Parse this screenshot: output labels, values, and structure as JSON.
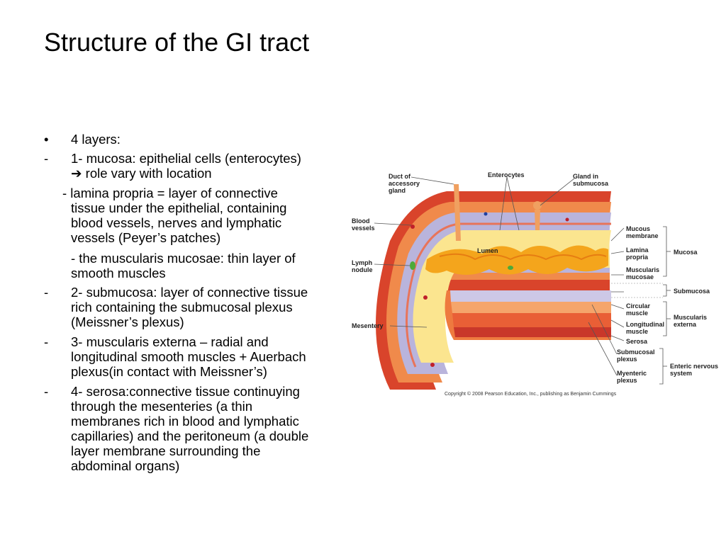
{
  "slide": {
    "title": "Structure of the GI tract",
    "bullets": [
      {
        "marker": "•",
        "line1": "4 layers:"
      },
      {
        "marker": "-",
        "line1": "1-  mucosa: epithelial cells (enterocytes)",
        "line2": "role vary with location"
      },
      {
        "line1": "- lamina propria = layer of connective",
        "line2": "tissue under the epithelial, containing",
        "line3": "blood vessels, nerves and lymphatic",
        "line4": "vessels (Peyer’s patches)"
      },
      {
        "line1": "- the muscularis mucosae: thin layer of",
        "line2": "smooth muscles"
      },
      {
        "marker": "-",
        "line1": "2-  submucosa: layer of connective tissue",
        "line2": "rich containing the submucosal plexus",
        "line3": "(Meissner’s plexus)"
      },
      {
        "marker": "-",
        "line1": "3-  muscularis externa – radial and",
        "line2": "longitudinal smooth muscles + Auerbach",
        "line3": "plexus(in contact with Meissner’s)"
      },
      {
        "marker": "-",
        "line1": "4-  serosa:connective tissue continuying",
        "line2": "through the mesenteries (a thin",
        "line3": "membranes rich in blood and lymphatic",
        "line4": "capillaries) and the peritoneum (a double",
        "line5": "layer membrane surrounding the",
        "line6": "abdominal organs)"
      }
    ],
    "arrow_glyph": "➔"
  },
  "figure": {
    "labels": {
      "duct": "Duct of\naccessory\ngland",
      "enterocytes": "Enterocytes",
      "gland": "Gland in\nsubmucosa",
      "blood_vessels": "Blood\nvessels",
      "lymph_nodule": "Lymph\nnodule",
      "mesentery": "Mesentery",
      "lumen": "Lumen",
      "mucous_membrane": "Mucous\nmembrane",
      "lamina_propria": "Lamina\npropria",
      "muscularis_mucosae": "Muscularis\nmucosae",
      "mucosa": "Mucosa",
      "submucosa": "Submucosa",
      "circular_muscle": "Circular\nmuscle",
      "longitudinal_muscle": "Longitudinal\nmuscle",
      "muscularis_externa": "Muscularis\nexterna",
      "serosa": "Serosa",
      "submucosal_plexus": "Submucosal\nplexus",
      "myenteric_plexus": "Myenteric\nplexus",
      "enteric_nervous_system": "Enteric nervous\nsystem"
    },
    "copyright": "Copyright © 2008 Pearson Education, Inc., publishing as Benjamin Cummings"
  }
}
